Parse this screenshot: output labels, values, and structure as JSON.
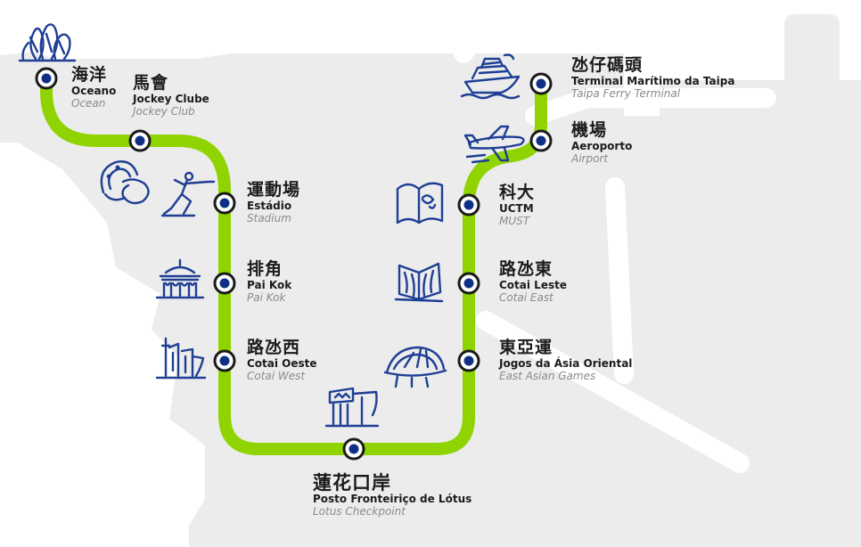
{
  "line_color": "#8fd400",
  "land_color": "#ececec",
  "station_outer_color": "#1b1b1b",
  "station_inner_color": "#0f2f86",
  "icon_color": "#1f3f95",
  "stations": [
    {
      "id": "ocean",
      "zh": "海洋",
      "pt": "Oceano",
      "en": "Ocean",
      "icon": "tower-icon"
    },
    {
      "id": "jockey-club",
      "zh": "馬會",
      "pt": "Jockey Clube",
      "en": "Jockey Club",
      "icon": "horseshoe-icon"
    },
    {
      "id": "stadium",
      "zh": "運動場",
      "pt": "Estádio",
      "en": "Stadium",
      "icon": "athlete-icon"
    },
    {
      "id": "pai-kok",
      "zh": "排角",
      "pt": "Pai Kok",
      "en": "Pai Kok",
      "icon": "pavilion-icon"
    },
    {
      "id": "cotai-west",
      "zh": "路氹西",
      "pt": "Cotai Oeste",
      "en": "Cotai West",
      "icon": "buildings-icon"
    },
    {
      "id": "lotus",
      "zh": "蓮花口岸",
      "pt": "Posto Fronteiriço de Lótus",
      "en": "Lotus Checkpoint",
      "icon": "checkpoint-icon"
    },
    {
      "id": "east-asian-games",
      "zh": "東亞運",
      "pt": "Jogos da Ásia Oriental",
      "en": "East Asian Games",
      "icon": "dome-icon"
    },
    {
      "id": "cotai-east",
      "zh": "路氹東",
      "pt": "Cotai Leste",
      "en": "Cotai East",
      "icon": "book-building-icon"
    },
    {
      "id": "must",
      "zh": "科大",
      "pt": "UCTM",
      "en": "MUST",
      "icon": "book-icon"
    },
    {
      "id": "airport",
      "zh": "機場",
      "pt": "Aeroporto",
      "en": "Airport",
      "icon": "airplane-icon"
    },
    {
      "id": "ferry",
      "zh": "氹仔碼頭",
      "pt": "Terminal Marítimo da Taipa",
      "en": "Taipa Ferry Terminal",
      "icon": "ferry-icon"
    }
  ]
}
